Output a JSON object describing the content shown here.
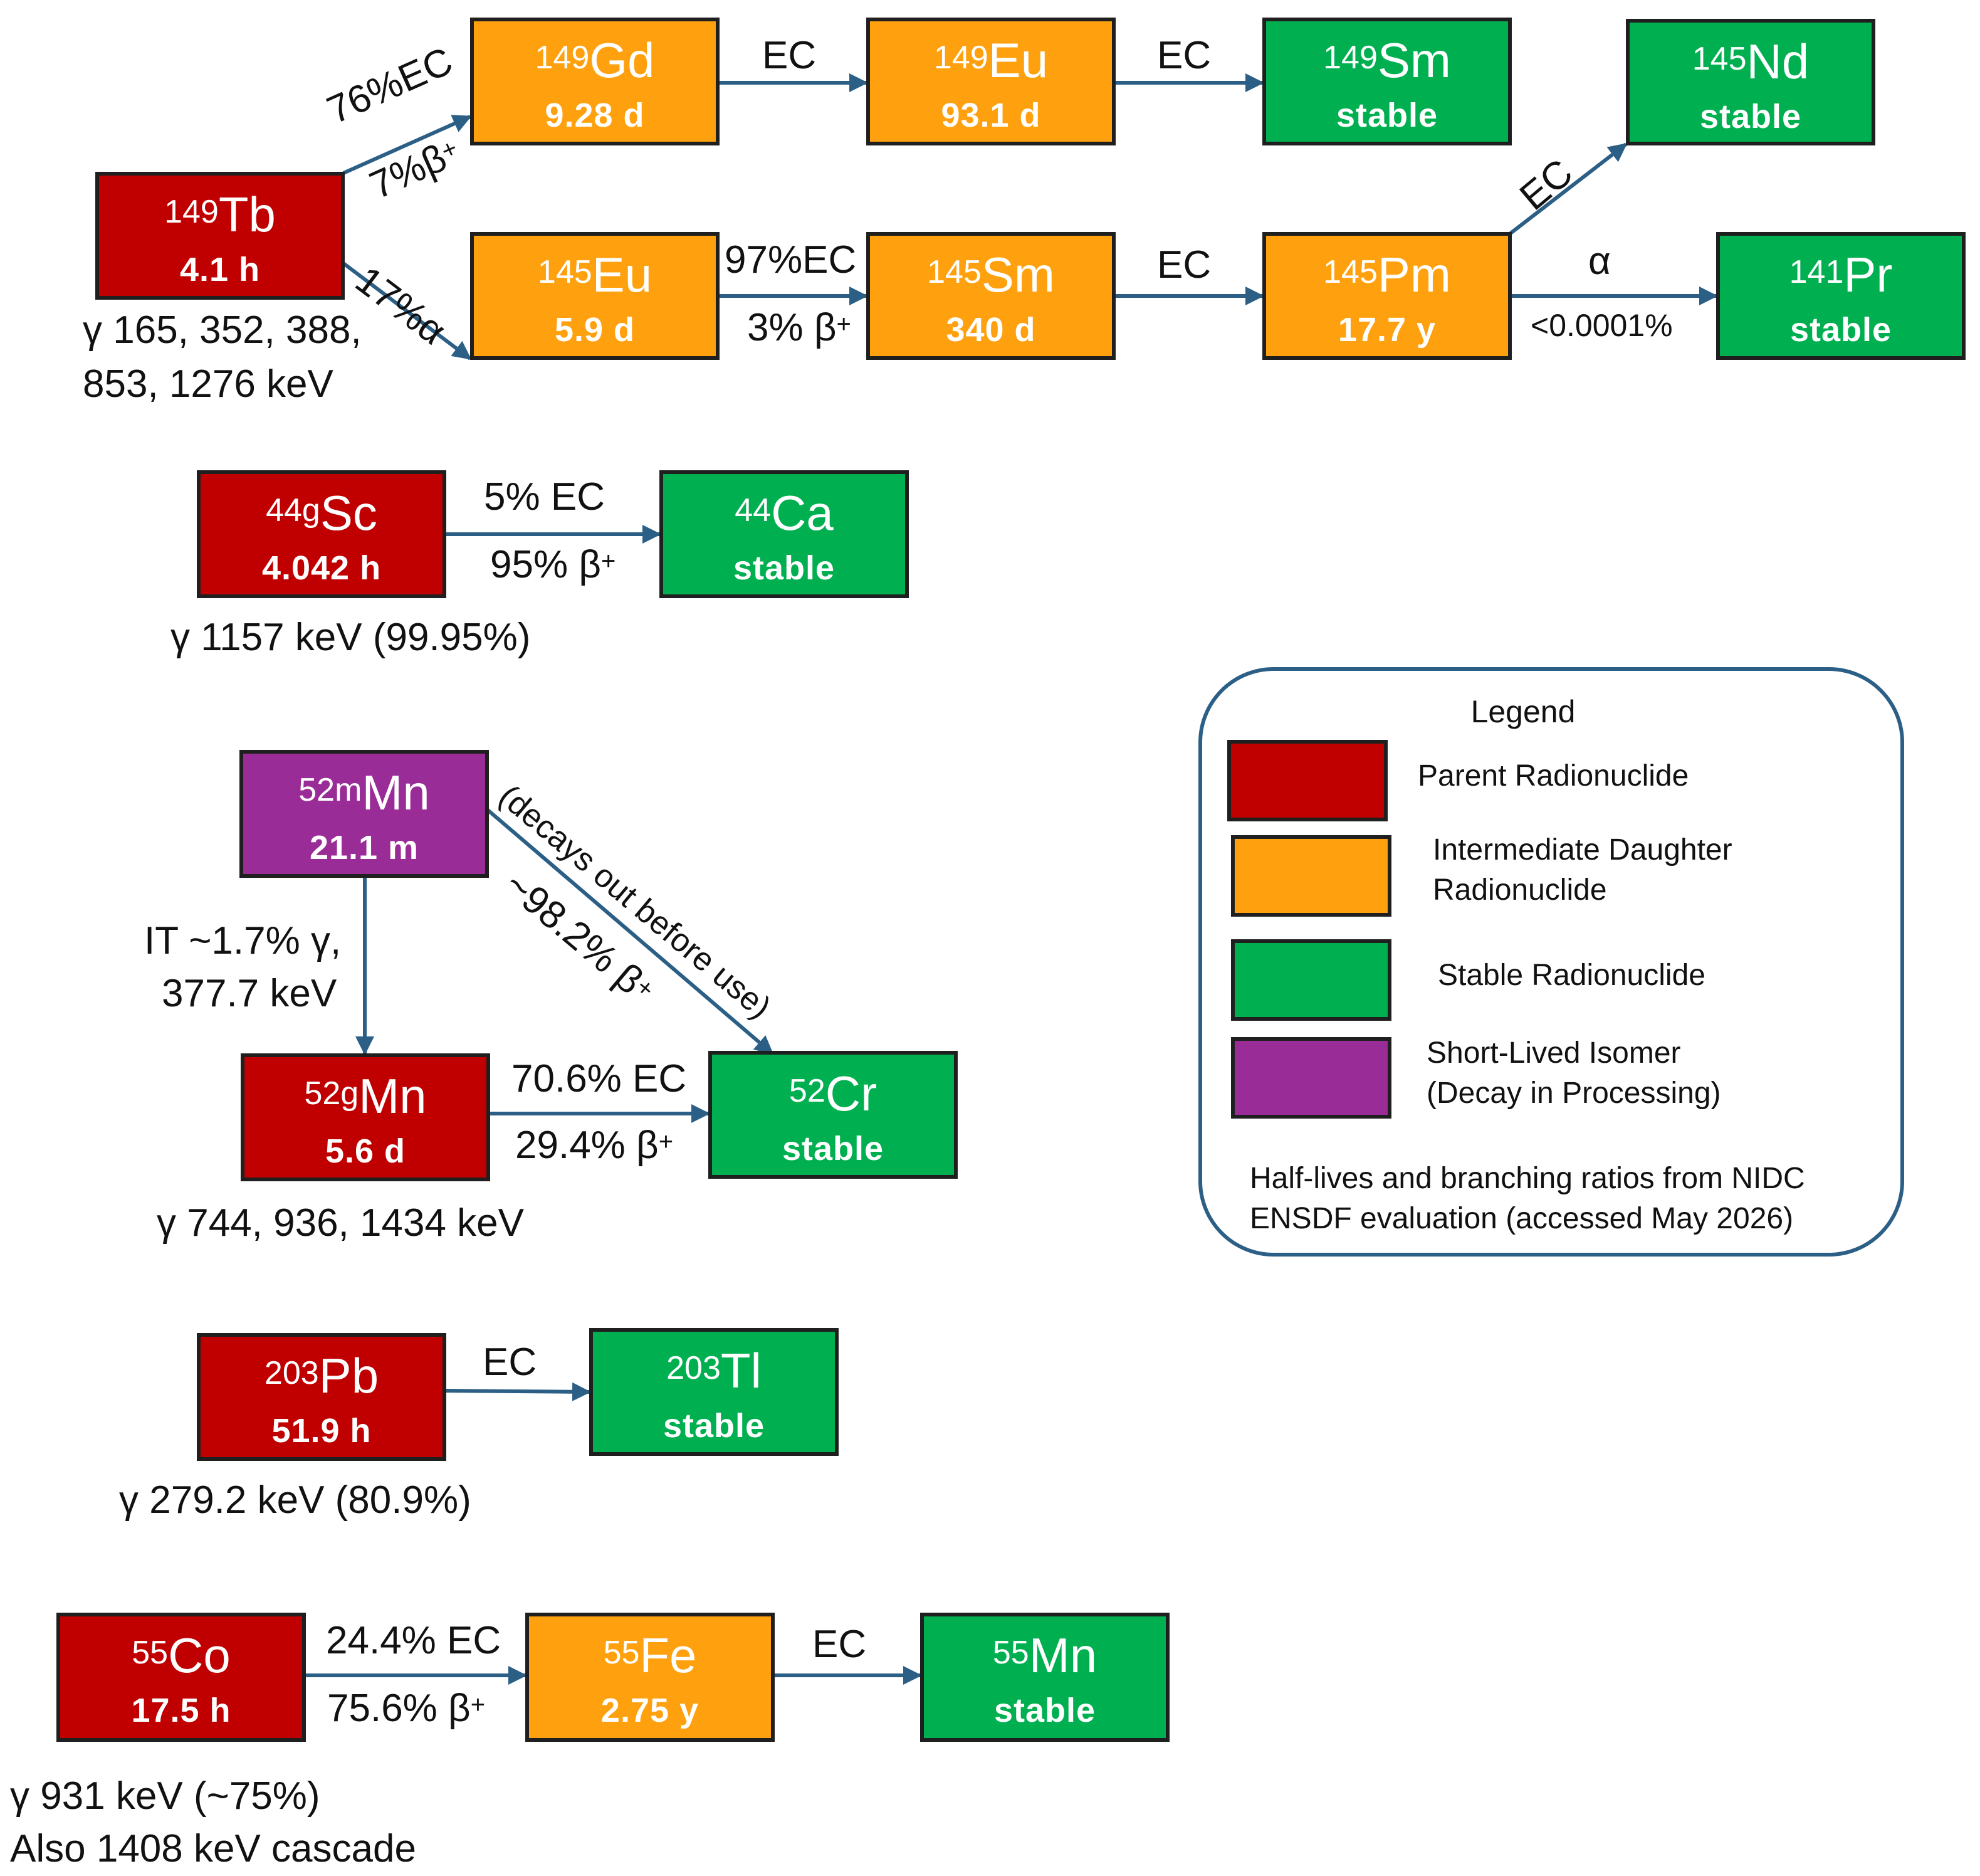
{
  "colors": {
    "parent": "#c00000",
    "intermediate": "#ffa10f",
    "stable": "#00b050",
    "isomer": "#9a2c97",
    "arrow": "#2b5f86"
  },
  "nuclides": {
    "tb149": {
      "mass": "149",
      "symbol": "Tb",
      "halflife": "4.1 h"
    },
    "gd149": {
      "mass": "149",
      "symbol": "Gd",
      "halflife": "9.28 d"
    },
    "eu149": {
      "mass": "149",
      "symbol": "Eu",
      "halflife": "93.1 d"
    },
    "sm149": {
      "mass": "149",
      "symbol": "Sm",
      "halflife": "stable"
    },
    "nd145": {
      "mass": "145",
      "symbol": "Nd",
      "halflife": "stable"
    },
    "eu145": {
      "mass": "145",
      "symbol": "Eu",
      "halflife": "5.9 d"
    },
    "sm145": {
      "mass": "145",
      "symbol": "Sm",
      "halflife": "340 d"
    },
    "pm145": {
      "mass": "145",
      "symbol": "Pm",
      "halflife": "17.7 y"
    },
    "pr141": {
      "mass": "141",
      "symbol": "Pr",
      "halflife": "stable"
    },
    "sc44g": {
      "mass": "44g",
      "symbol": "Sc",
      "halflife": "4.042 h"
    },
    "ca44": {
      "mass": "44",
      "symbol": "Ca",
      "halflife": "stable"
    },
    "mn52m": {
      "mass": "52m",
      "symbol": "Mn",
      "halflife": "21.1 m"
    },
    "mn52g": {
      "mass": "52g",
      "symbol": "Mn",
      "halflife": "5.6 d"
    },
    "cr52": {
      "mass": "52",
      "symbol": "Cr",
      "halflife": "stable"
    },
    "pb203": {
      "mass": "203",
      "symbol": "Pb",
      "halflife": "51.9 h"
    },
    "tl203": {
      "mass": "203",
      "symbol": "Tl",
      "halflife": "stable"
    },
    "co55": {
      "mass": "55",
      "symbol": "Co",
      "halflife": "17.5 h"
    },
    "fe55": {
      "mass": "55",
      "symbol": "Fe",
      "halflife": "2.75 y"
    },
    "mn55": {
      "mass": "55",
      "symbol": "Mn",
      "halflife": "stable"
    }
  },
  "labels": {
    "tb_gd_ec": "76%EC",
    "tb_gd_bp": "7%β",
    "tb_eu_alpha": "17%α",
    "gd_eu": "EC",
    "eu_sm": "EC",
    "eu145_sm145_ec": "97%EC",
    "eu145_sm145_bp": "3% β",
    "sm145_pm": "EC",
    "pm_nd": "EC",
    "pm_pr_alpha": "α",
    "pm_pr_pct": "<0.0001%",
    "sc_ec": "5% EC",
    "sc_bp": "95% β",
    "mn52m_it_1": "IT ~1.7% γ,",
    "mn52m_it_2": "377.7 keV",
    "mn52m_bp": "~98.2% β",
    "mn52m_note": "(decays out before use)",
    "mn52g_ec": "70.6% EC",
    "mn52g_bp": "29.4% β",
    "pb_ec": "EC",
    "co_ec": "24.4% EC",
    "co_bp": "75.6% β",
    "fe_ec": "EC",
    "plus": "+"
  },
  "gammas": {
    "tb_1": "γ 165, 352, 388,",
    "tb_2": "853, 1276 keV",
    "sc": "γ 1157 keV (99.95%)",
    "mn": "γ 744, 936, 1434 keV",
    "pb": "γ 279.2 keV (80.9%)",
    "co_1": "γ 931 keV (~75%)",
    "co_2": "Also 1408 keV cascade"
  },
  "legend": {
    "title": "Legend",
    "parent": "Parent Radionuclide",
    "intermediate_1": "Intermediate Daughter",
    "intermediate_2": "Radionuclide",
    "stable": "Stable Radionuclide",
    "isomer_1": "Short-Lived Isomer",
    "isomer_2": "(Decay in Processing)",
    "note_1": "Half-lives and branching ratios from NIDC",
    "note_2": "ENSDF evaluation (accessed May 2026)"
  }
}
